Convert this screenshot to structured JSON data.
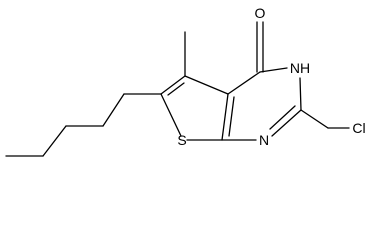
{
  "molecule": {
    "atoms": [
      {
        "id": "o1",
        "label": "O"
      },
      {
        "id": "n3",
        "label": "NH"
      },
      {
        "id": "s1",
        "label": "S"
      },
      {
        "id": "n1",
        "label": "N"
      },
      {
        "id": "cl",
        "label": "Cl"
      }
    ]
  }
}
